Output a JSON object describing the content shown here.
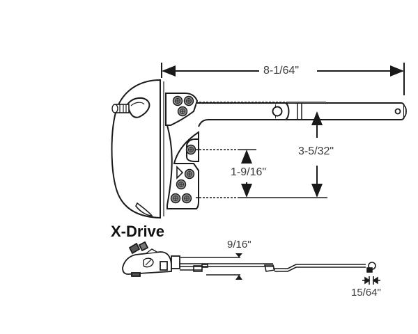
{
  "diagram": {
    "title": "X-Drive",
    "top_view": {
      "overall_length": "8-1/64\"",
      "arm_offset": "3-5/32\"",
      "mounting_hole_spacing": "1-9/16\""
    },
    "side_view": {
      "arm_height": "9/16\"",
      "shoe_width": "15/64\""
    },
    "colors": {
      "line": "#1a1a1a",
      "screw_fill": "#8c8c8c",
      "text": "#3a3a3a",
      "background": "#ffffff"
    }
  }
}
